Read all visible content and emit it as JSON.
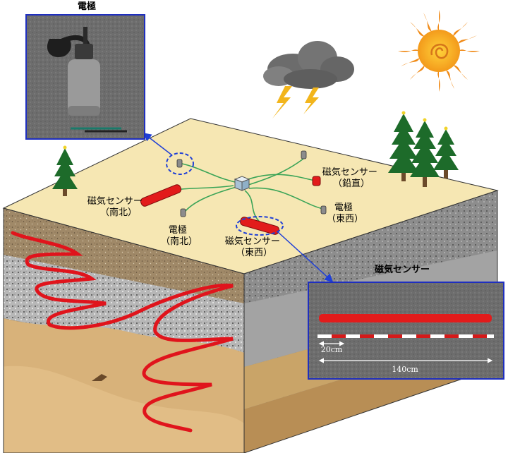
{
  "photo_electrode": {
    "title": "電極"
  },
  "photo_magnetic": {
    "title": "磁気センサー",
    "dim_short": "20cm",
    "dim_long": "140cm"
  },
  "labels": {
    "mag_ns": [
      "磁気センサー",
      "（南北）"
    ],
    "mag_vert": [
      "磁気センサー",
      "（鉛直）"
    ],
    "elec_ew": [
      "電極",
      "（東西）"
    ],
    "elec_ns": [
      "電極",
      "（南北）"
    ],
    "mag_ew": [
      "磁気センサー",
      "（東西）"
    ]
  },
  "colors": {
    "sensor_red": "#e21b1b",
    "cable_green": "#3aa457",
    "callout_blue": "#1f3fd6",
    "photo_border": "#1f2fbf",
    "ground_top": "#f6e7b3",
    "soil_brown": "#a08968",
    "rock_gray": "#b9b9b9",
    "sand": "#d8b27a",
    "current_red": "#e0141c"
  },
  "icons": [
    "cloud-icon",
    "lightning-icon",
    "sun-icon",
    "tree-icon"
  ]
}
